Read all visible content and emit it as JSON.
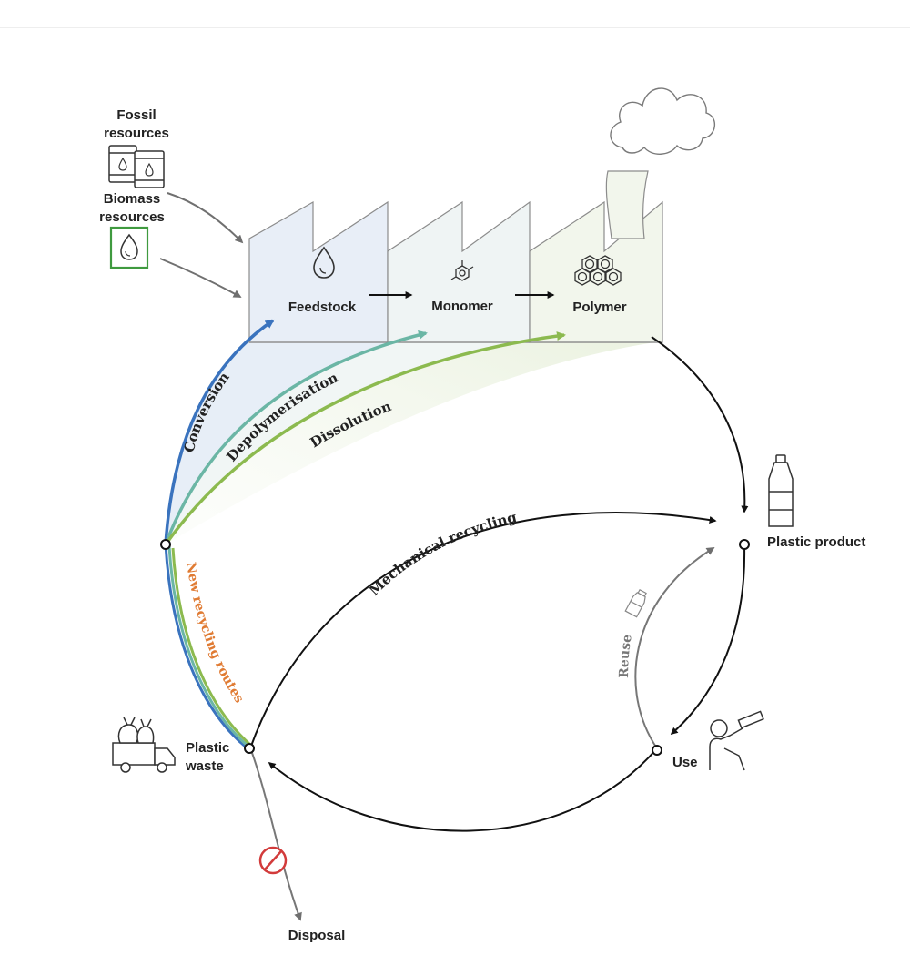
{
  "labels": {
    "fossil_line1": "Fossil",
    "fossil_line2": "resources",
    "biomass_line1": "Biomass",
    "biomass_line2": "resources",
    "feedstock": "Feedstock",
    "monomer": "Monomer",
    "polymer": "Polymer",
    "plastic_product": "Plastic product",
    "use": "Use",
    "plastic_waste_line1": "Plastic",
    "plastic_waste_line2": "waste",
    "disposal": "Disposal"
  },
  "routes": {
    "conversion": "Conversion",
    "depolymerisation": "Depolymerisation",
    "dissolution": "Dissolution",
    "new_recycling_routes": "New recycling routes",
    "mechanical_recycling": "Mechanical recycling",
    "reuse": "Reuse"
  },
  "colors": {
    "conversion": "#3a73be",
    "depolymerisation": "#6bb6a5",
    "dissolution": "#8cba4f",
    "new_routes": "#e07b33",
    "arrow": "#111111",
    "grey_arrow": "#777777",
    "no_sign": "#d23b3b",
    "biomass_box": "#3f9a3f"
  },
  "icons": {
    "fossil": "oil-barrels-icon",
    "biomass": "biomass-drop-icon",
    "feedstock": "drop-icon",
    "monomer": "molecule-icon",
    "polymer": "polymer-hexagons-icon",
    "smoke": "smoke-cloud-icon",
    "product": "bottle-icon",
    "use": "person-drinking-icon",
    "waste": "garbage-truck-icon",
    "disposal": "no-entry-icon"
  }
}
